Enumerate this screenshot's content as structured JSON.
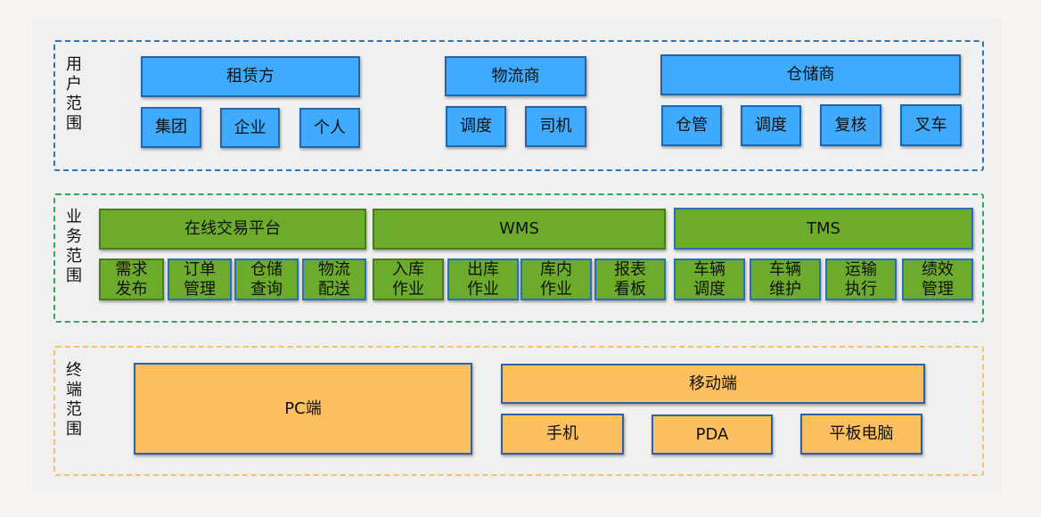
{
  "diagram": {
    "user_scope": {
      "label": "用\n户\n范\n围",
      "groups": [
        {
          "title": "租赁方",
          "items": [
            "集团",
            "企业",
            "个人"
          ]
        },
        {
          "title": "物流商",
          "items": [
            "调度",
            "司机"
          ]
        },
        {
          "title": "仓储商",
          "items": [
            "仓管",
            "调度",
            "复核",
            "叉车"
          ]
        }
      ]
    },
    "business_scope": {
      "label": "业\n务\n范\n围",
      "groups": [
        {
          "title": "在线交易平台",
          "items": [
            "需求\n发布",
            "订单\n管理",
            "仓储\n查询",
            "物流\n配送"
          ]
        },
        {
          "title": "WMS",
          "items": [
            "入库\n作业",
            "出库\n作业",
            "库内\n作业",
            "报表\n看板"
          ]
        },
        {
          "title": "TMS",
          "items": [
            "车辆\n调度",
            "车辆\n维护",
            "运输\n执行",
            "绩效\n管理"
          ]
        }
      ]
    },
    "terminal_scope": {
      "label": "终\n端\n范\n围",
      "groups": [
        {
          "title": "PC端",
          "items": []
        },
        {
          "title": "移动端",
          "items": [
            "手机",
            "PDA",
            "平板电脑"
          ]
        }
      ]
    },
    "colors": {
      "user_border": "#2e75b6",
      "business_border": "#2ea85a",
      "terminal_border": "#f5c16c",
      "user_fill": "#40aaff",
      "business_fill": "#6dab2d",
      "terminal_fill": "#fdbf5f"
    }
  }
}
